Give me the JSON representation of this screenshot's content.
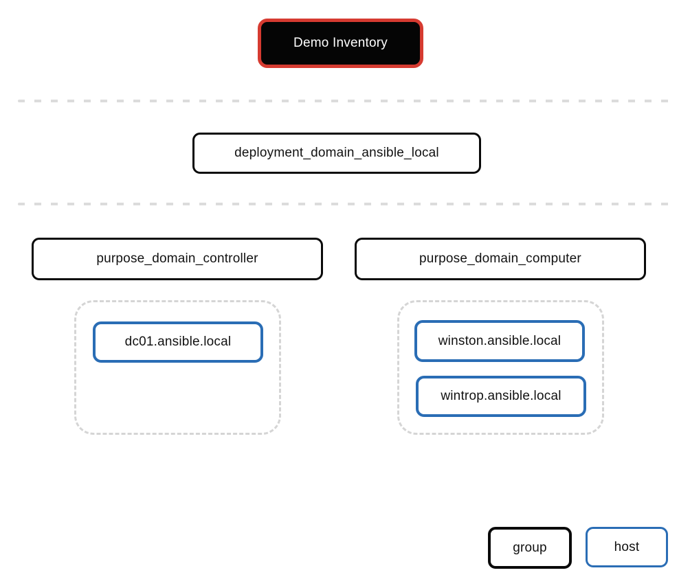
{
  "diagram": {
    "title_node": {
      "label": "Demo Inventory"
    },
    "deployment_group": {
      "label": "deployment_domain_ansible_local"
    },
    "groups": [
      {
        "label": "purpose_domain_controller",
        "hosts": [
          {
            "label": "dc01.ansible.local"
          }
        ]
      },
      {
        "label": "purpose_domain_computer",
        "hosts": [
          {
            "label": "winston.ansible.local"
          },
          {
            "label": "wintrop.ansible.local"
          }
        ]
      }
    ],
    "legend": {
      "group_label": "group",
      "host_label": "host"
    },
    "colors": {
      "inventory_fill": "#050505",
      "inventory_border": "#d63b31",
      "inventory_text": "#ffffff",
      "group_border": "#0a0a0a",
      "host_border": "#2a6db5",
      "separator_dash": "#dcdcdc",
      "cluster_dash": "#d5d5d5",
      "text": "#111111"
    }
  }
}
